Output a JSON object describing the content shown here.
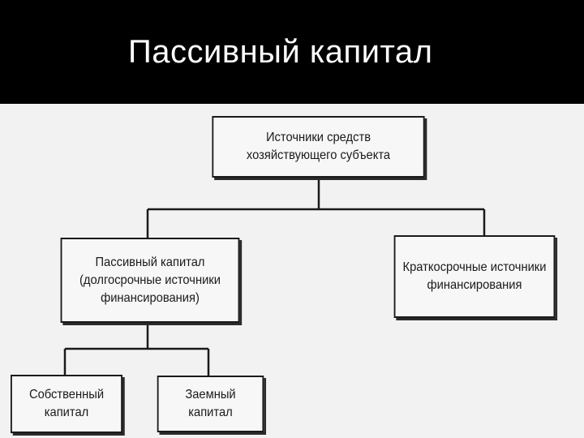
{
  "header": {
    "title": "Пассивный капитал",
    "background": "#000000",
    "text_color": "#ffffff"
  },
  "diagram": {
    "root": {
      "line1": "Источники средств",
      "line2": "хозяйствующего субъекта"
    },
    "passive": {
      "line1": "Пассивный капитал",
      "line2": "(долгосрочные источники",
      "line3": "финансирования)"
    },
    "short_term": {
      "line1": "Краткосрочные источники",
      "line2": "финансирования"
    },
    "own": {
      "line1": "Собственный",
      "line2": "капитал"
    },
    "borrowed": {
      "line1": "Заемный",
      "line2": "капитал"
    }
  }
}
